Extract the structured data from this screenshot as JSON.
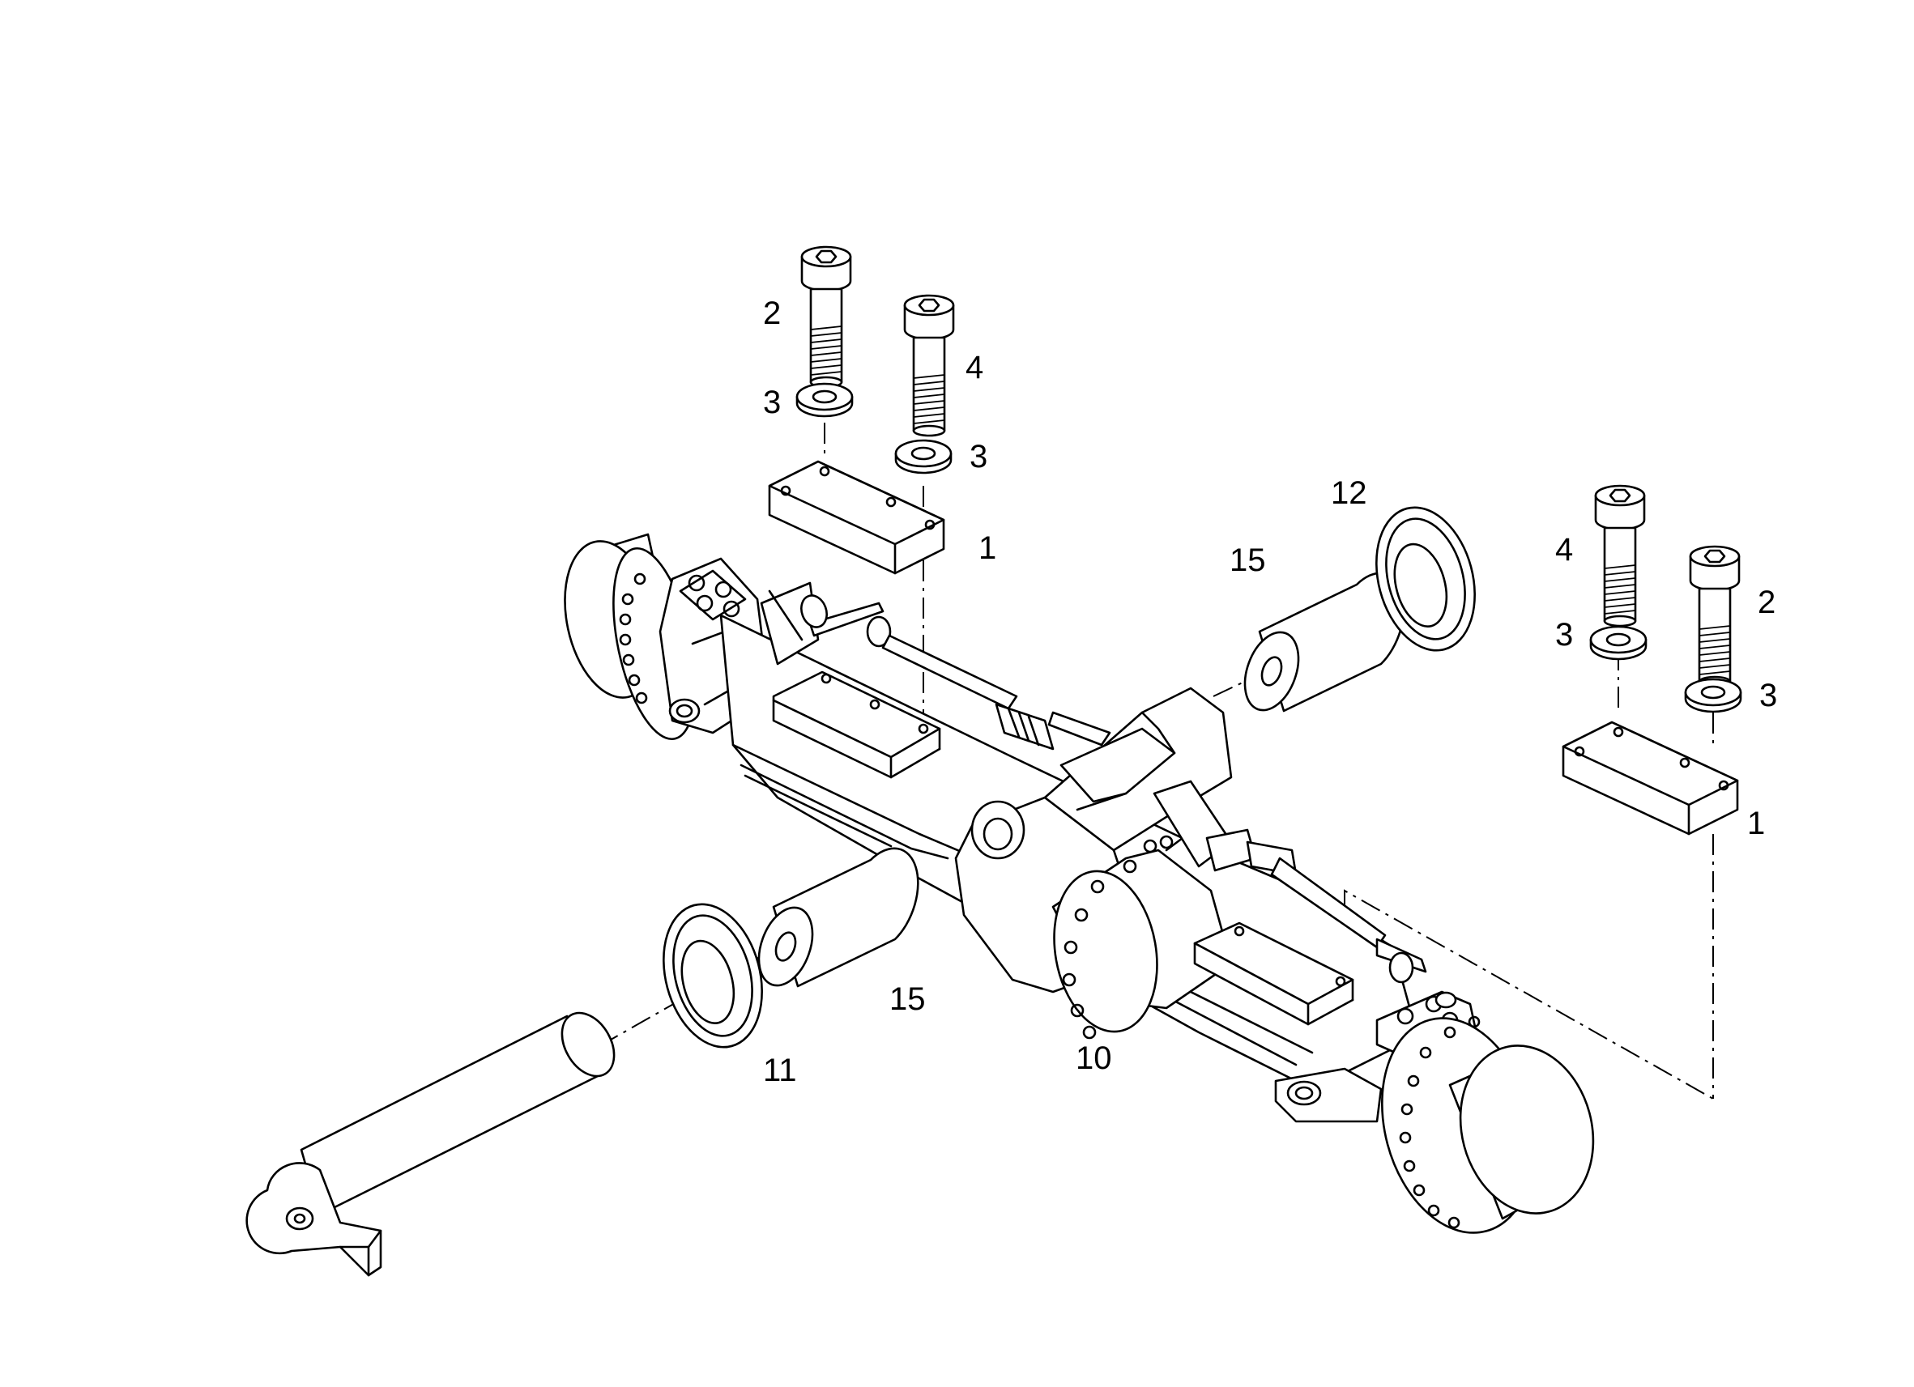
{
  "callouts": {
    "c2_top": "2",
    "c4_top": "4",
    "c3_top_left": "3",
    "c3_top_right": "3",
    "c1_top": "1",
    "c12": "12",
    "c15_upper": "15",
    "c4_right": "4",
    "c2_right": "2",
    "c3_right_left": "3",
    "c3_right_right": "3",
    "c1_right": "1",
    "c15_lower": "15",
    "c11": "11",
    "c10": "10"
  }
}
